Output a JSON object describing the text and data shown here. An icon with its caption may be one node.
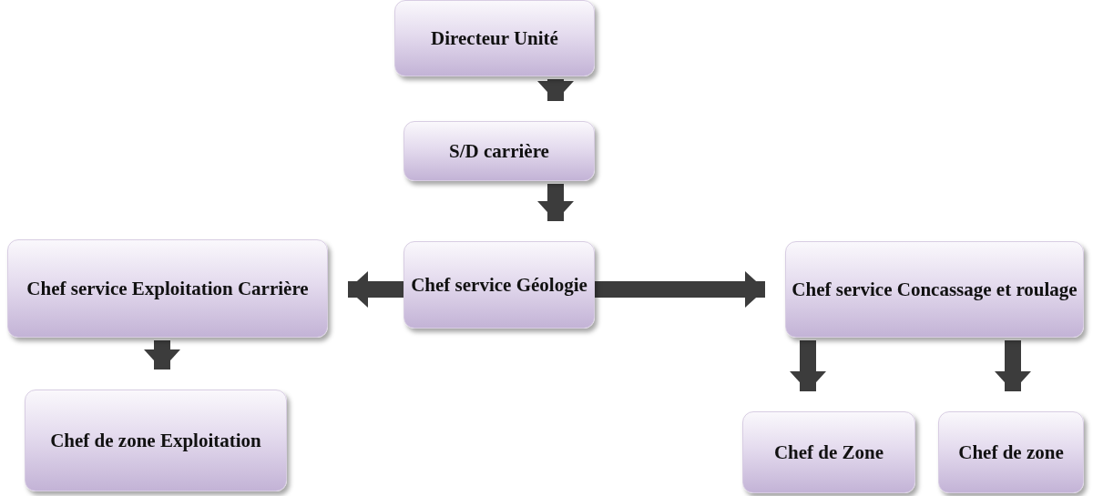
{
  "diagram": {
    "nodes": [
      {
        "text": [
          "Directeur Unité"
        ]
      },
      {
        "text": [
          "S/D carrière"
        ]
      },
      {
        "text": [
          "Chef service Géologie"
        ]
      },
      {
        "text": [
          "Chef service Exploitation Carrière"
        ]
      },
      {
        "text": [
          "Chef de zone Exploitation"
        ]
      },
      {
        "text": [
          "Chef service Concassage et roulage"
        ]
      },
      {
        "text": [
          "Chef de Zone"
        ]
      },
      {
        "text": [
          "Chef de zone"
        ]
      }
    ],
    "edges": [
      {
        "from": 0,
        "to": 1,
        "arrow": "to"
      },
      {
        "from": 1,
        "to": 2,
        "arrow": "to"
      },
      {
        "from": 2,
        "to": 3,
        "arrow": "to"
      },
      {
        "from": 2,
        "to": 5,
        "arrow": "to"
      },
      {
        "from": 3,
        "to": 4,
        "arrow": "to"
      },
      {
        "from": 5,
        "to": 6,
        "arrow": "to"
      },
      {
        "from": 5,
        "to": 7,
        "arrow": "to"
      }
    ]
  }
}
